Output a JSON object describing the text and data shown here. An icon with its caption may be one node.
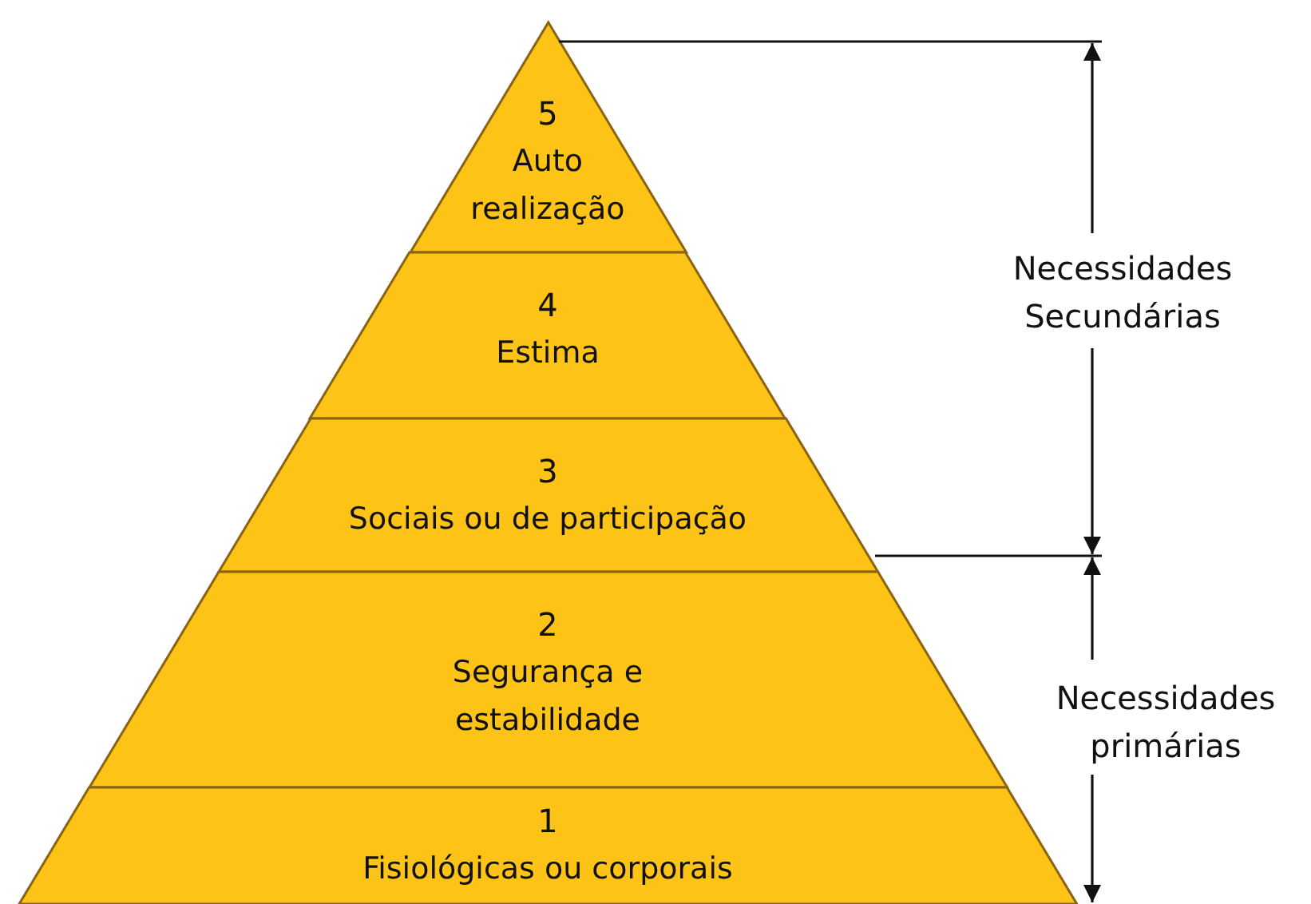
{
  "diagram": {
    "nodes": [
      {
        "text": [
          "5",
          "Auto realização"
        ]
      },
      {
        "text": [
          "4",
          "Estima"
        ]
      },
      {
        "text": [
          "3",
          "Sociais ou de participação"
        ]
      },
      {
        "text": [
          "2",
          "Segurança e estabilidade"
        ]
      },
      {
        "text": [
          "1",
          "Fisiológicas ou corporais"
        ]
      }
    ],
    "edges": [],
    "labels": [
      "Necessidades Secundárias",
      "Necessidades primárias"
    ]
  }
}
